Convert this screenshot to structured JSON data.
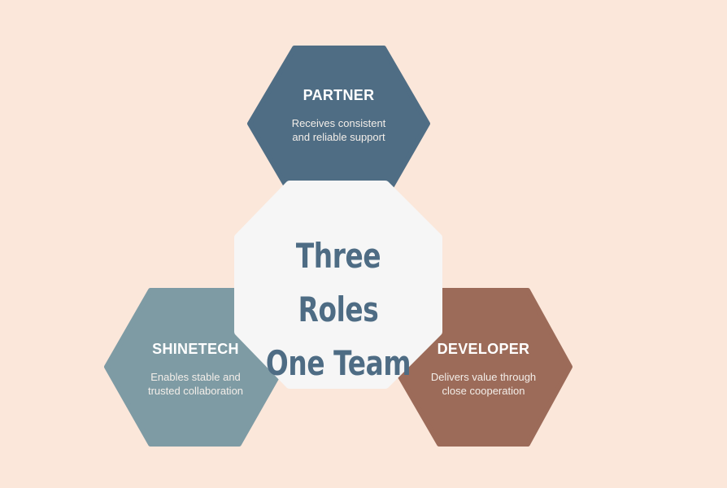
{
  "center": {
    "line1": "Three Roles",
    "line2": "One Team"
  },
  "roles": [
    {
      "title": "PARTNER",
      "line1": "Receives consistent",
      "line2": "and reliable support",
      "color": "#4f6d84"
    },
    {
      "title": "SHINETECH",
      "line1": "Enables stable and",
      "line2": "trusted collaboration",
      "color": "#7e9ba4"
    },
    {
      "title": "DEVELOPER",
      "line1": "Delivers value through",
      "line2": "close cooperation",
      "color": "#9c6b59"
    }
  ],
  "colors": {
    "background": "#fbe7da",
    "center_fill": "#f6f6f6",
    "center_text": "#4e6c84"
  }
}
